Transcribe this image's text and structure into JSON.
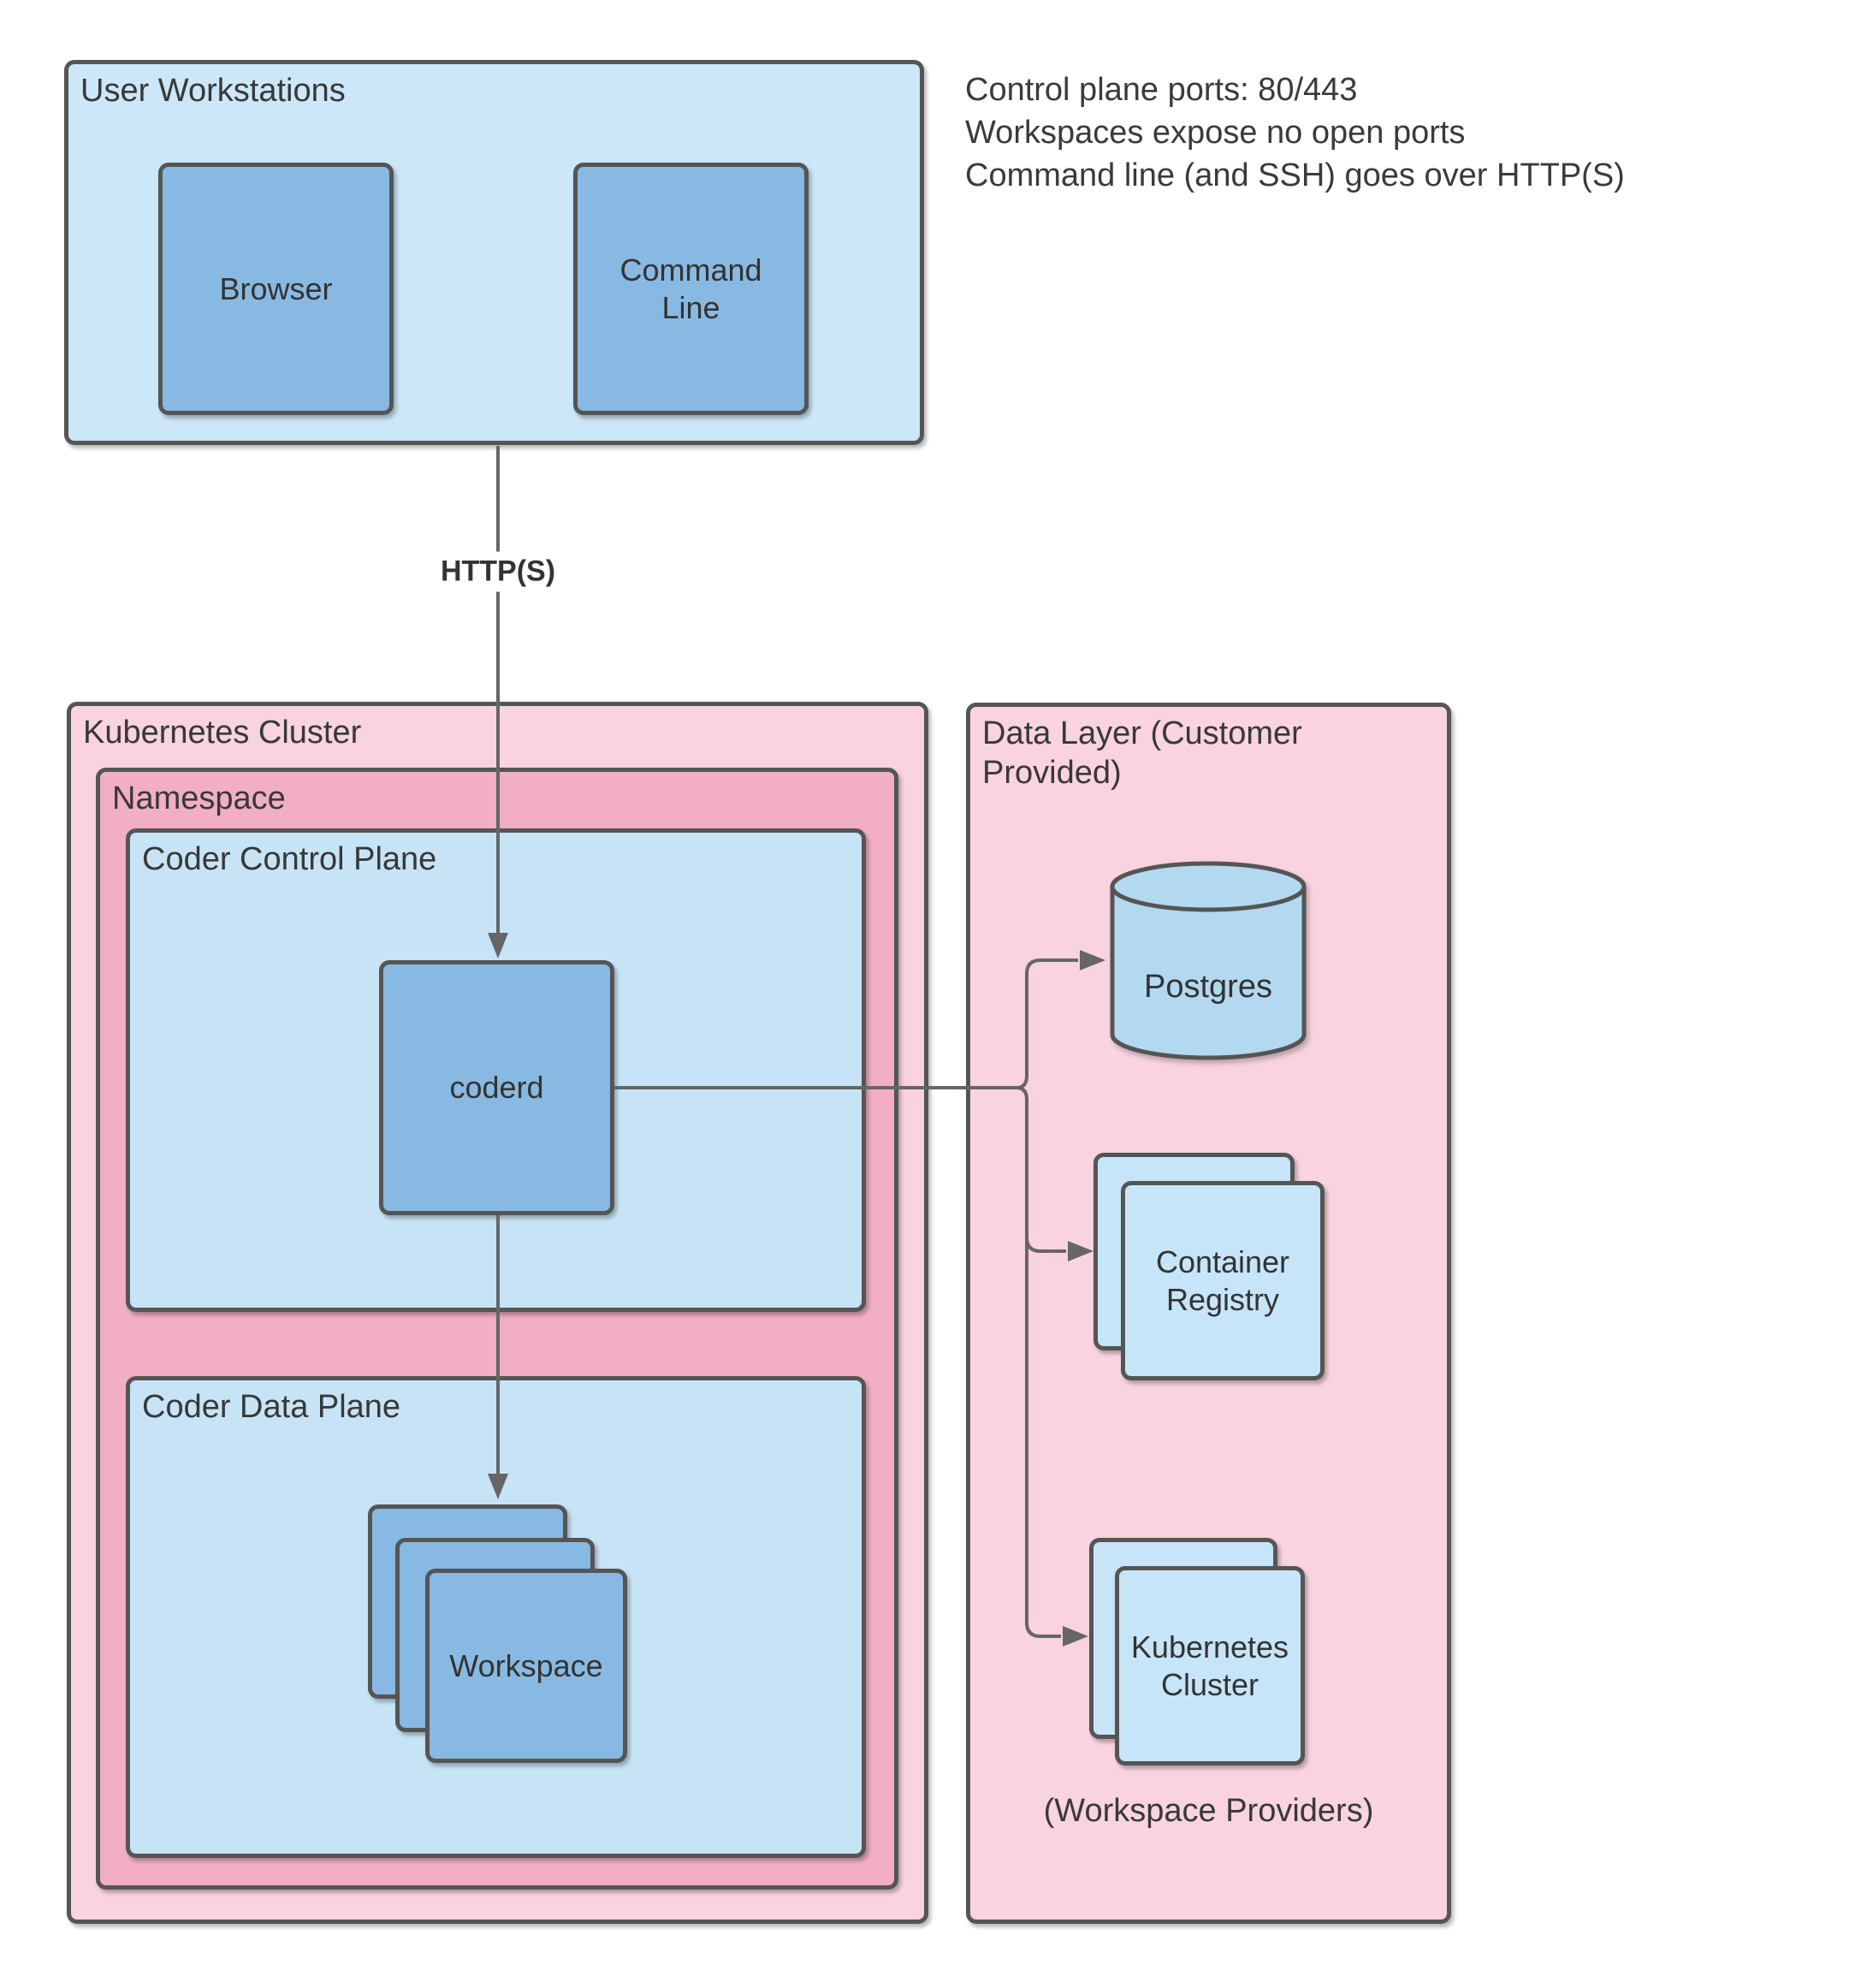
{
  "notes": {
    "lines": [
      "Control plane ports: 80/443",
      "Workspaces expose no open ports",
      "Command line (and SSH) goes over HTTP(S)"
    ]
  },
  "user_workstations": {
    "title": "User Workstations",
    "browser_label": "Browser",
    "command_line_label": "Command Line"
  },
  "edges": {
    "http_label": "HTTP(S)"
  },
  "kubernetes_cluster": {
    "title": "Kubernetes Cluster",
    "namespace": {
      "title": "Namespace",
      "control_plane": {
        "title": "Coder Control Plane",
        "coderd_label": "coderd"
      },
      "data_plane": {
        "title": "Coder Data Plane",
        "workspace_label": "Workspace"
      }
    }
  },
  "data_layer": {
    "title": "Data Layer (Customer Provided)",
    "postgres_label": "Postgres",
    "container_registry_label": "Container Registry",
    "kubernetes_cluster_label": "Kubernetes Cluster",
    "caption": "(Workspace Providers)"
  },
  "colors": {
    "node_blue": "#88b9e2",
    "panel_blue": "#c7e4f6",
    "user_workstations_blue": "#cbe7f8",
    "item_blue": "#c6e5f8",
    "cylinder_blue": "#b3d9f1",
    "pink_light": "#f9d3e0",
    "pink_dark": "#f2aec6",
    "border_gray": "#555555",
    "line_gray": "#666666",
    "text_gray": "#383838"
  }
}
